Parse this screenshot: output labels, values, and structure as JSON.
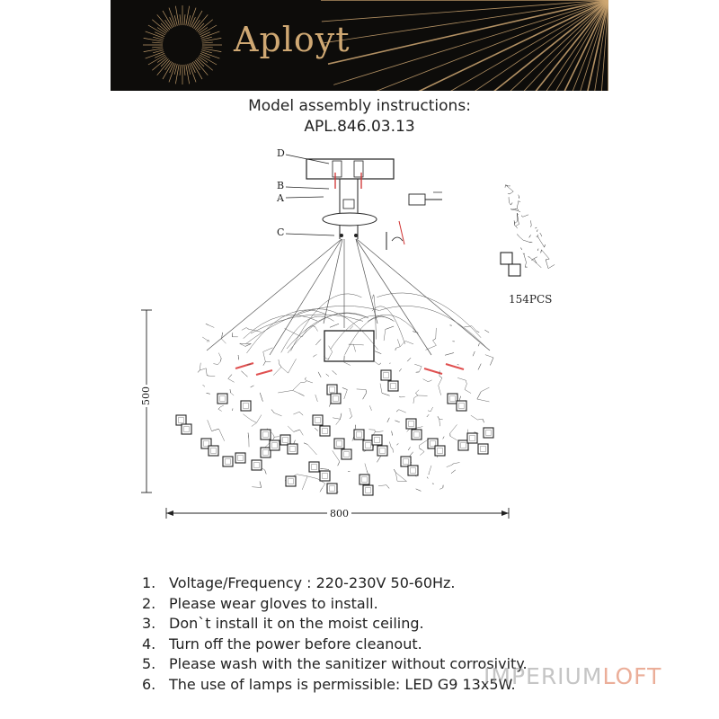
{
  "banner": {
    "brand": "Aployt",
    "bg_color": "#0d0c0a",
    "accent_color": "#cfa873",
    "logo_icon": "sunburst-logo-icon"
  },
  "heading": {
    "line1": "Model assembly instructions:",
    "line2": "APL.846.03.13"
  },
  "diagram": {
    "labels": [
      "D",
      "B",
      "A",
      "C"
    ],
    "pieces_label": "154PCS",
    "width_dim": "800",
    "height_dim": "500"
  },
  "instructions": [
    {
      "num": "1.",
      "text": "Voltage/Frequency : 220-230V 50-60Hz."
    },
    {
      "num": "2.",
      "text": "Please wear gloves to install."
    },
    {
      "num": "3.",
      "text": "Don`t install it on the moist ceiling."
    },
    {
      "num": "4.",
      "text": "Turn off the power before cleanout."
    },
    {
      "num": "5.",
      "text": "Please wash with the sanitizer without corrosivity."
    },
    {
      "num": "6.",
      "text": "The use of lamps is permissible: LED G9 13x5W."
    }
  ],
  "watermark": {
    "part1": "IMPERIUM",
    "part2": "LOFT"
  }
}
